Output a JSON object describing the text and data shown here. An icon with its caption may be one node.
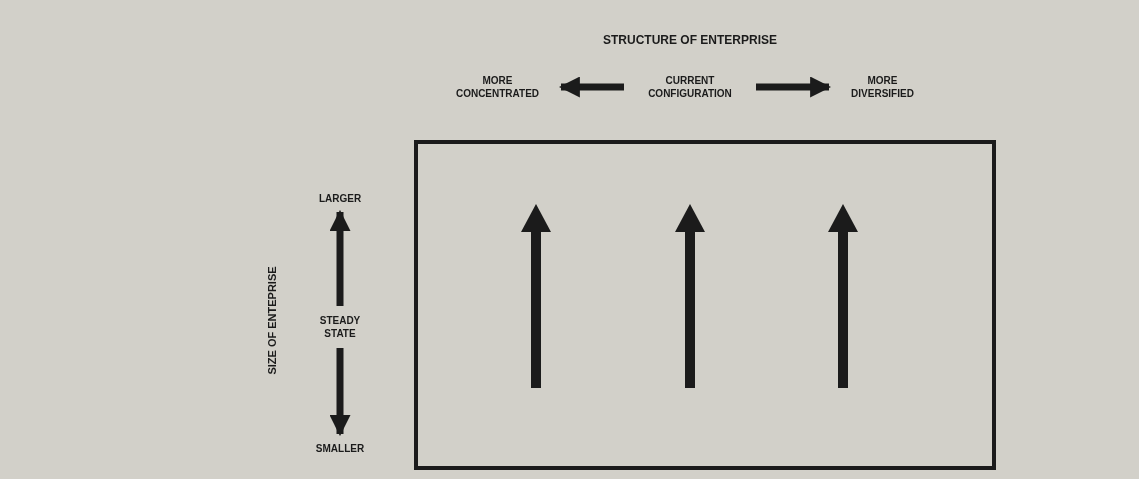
{
  "diagram": {
    "title": "STRUCTURE OF ENTERPRISE",
    "nodes": [
      {
        "text": [
          "MORE CONCENTRATED"
        ]
      },
      {
        "text": [
          "CURRENT CONFIGURATION"
        ]
      },
      {
        "text": [
          "MORE DIVERSIFIED"
        ]
      },
      {
        "text": [
          "LARGER"
        ]
      },
      {
        "text": [
          "STEADY STATE"
        ]
      },
      {
        "text": [
          "SMALLER"
        ]
      },
      {
        "text": [],
        "shape": "box"
      }
    ],
    "edges": [
      {
        "from": 1,
        "to": 0,
        "arrow": "to"
      },
      {
        "from": 1,
        "to": 2,
        "arrow": "to"
      },
      {
        "from": 4,
        "to": 3,
        "arrow": "to"
      },
      {
        "from": 4,
        "to": 5,
        "arrow": "to"
      }
    ],
    "labels": [
      "SIZE OF ENTEPRISE"
    ]
  }
}
